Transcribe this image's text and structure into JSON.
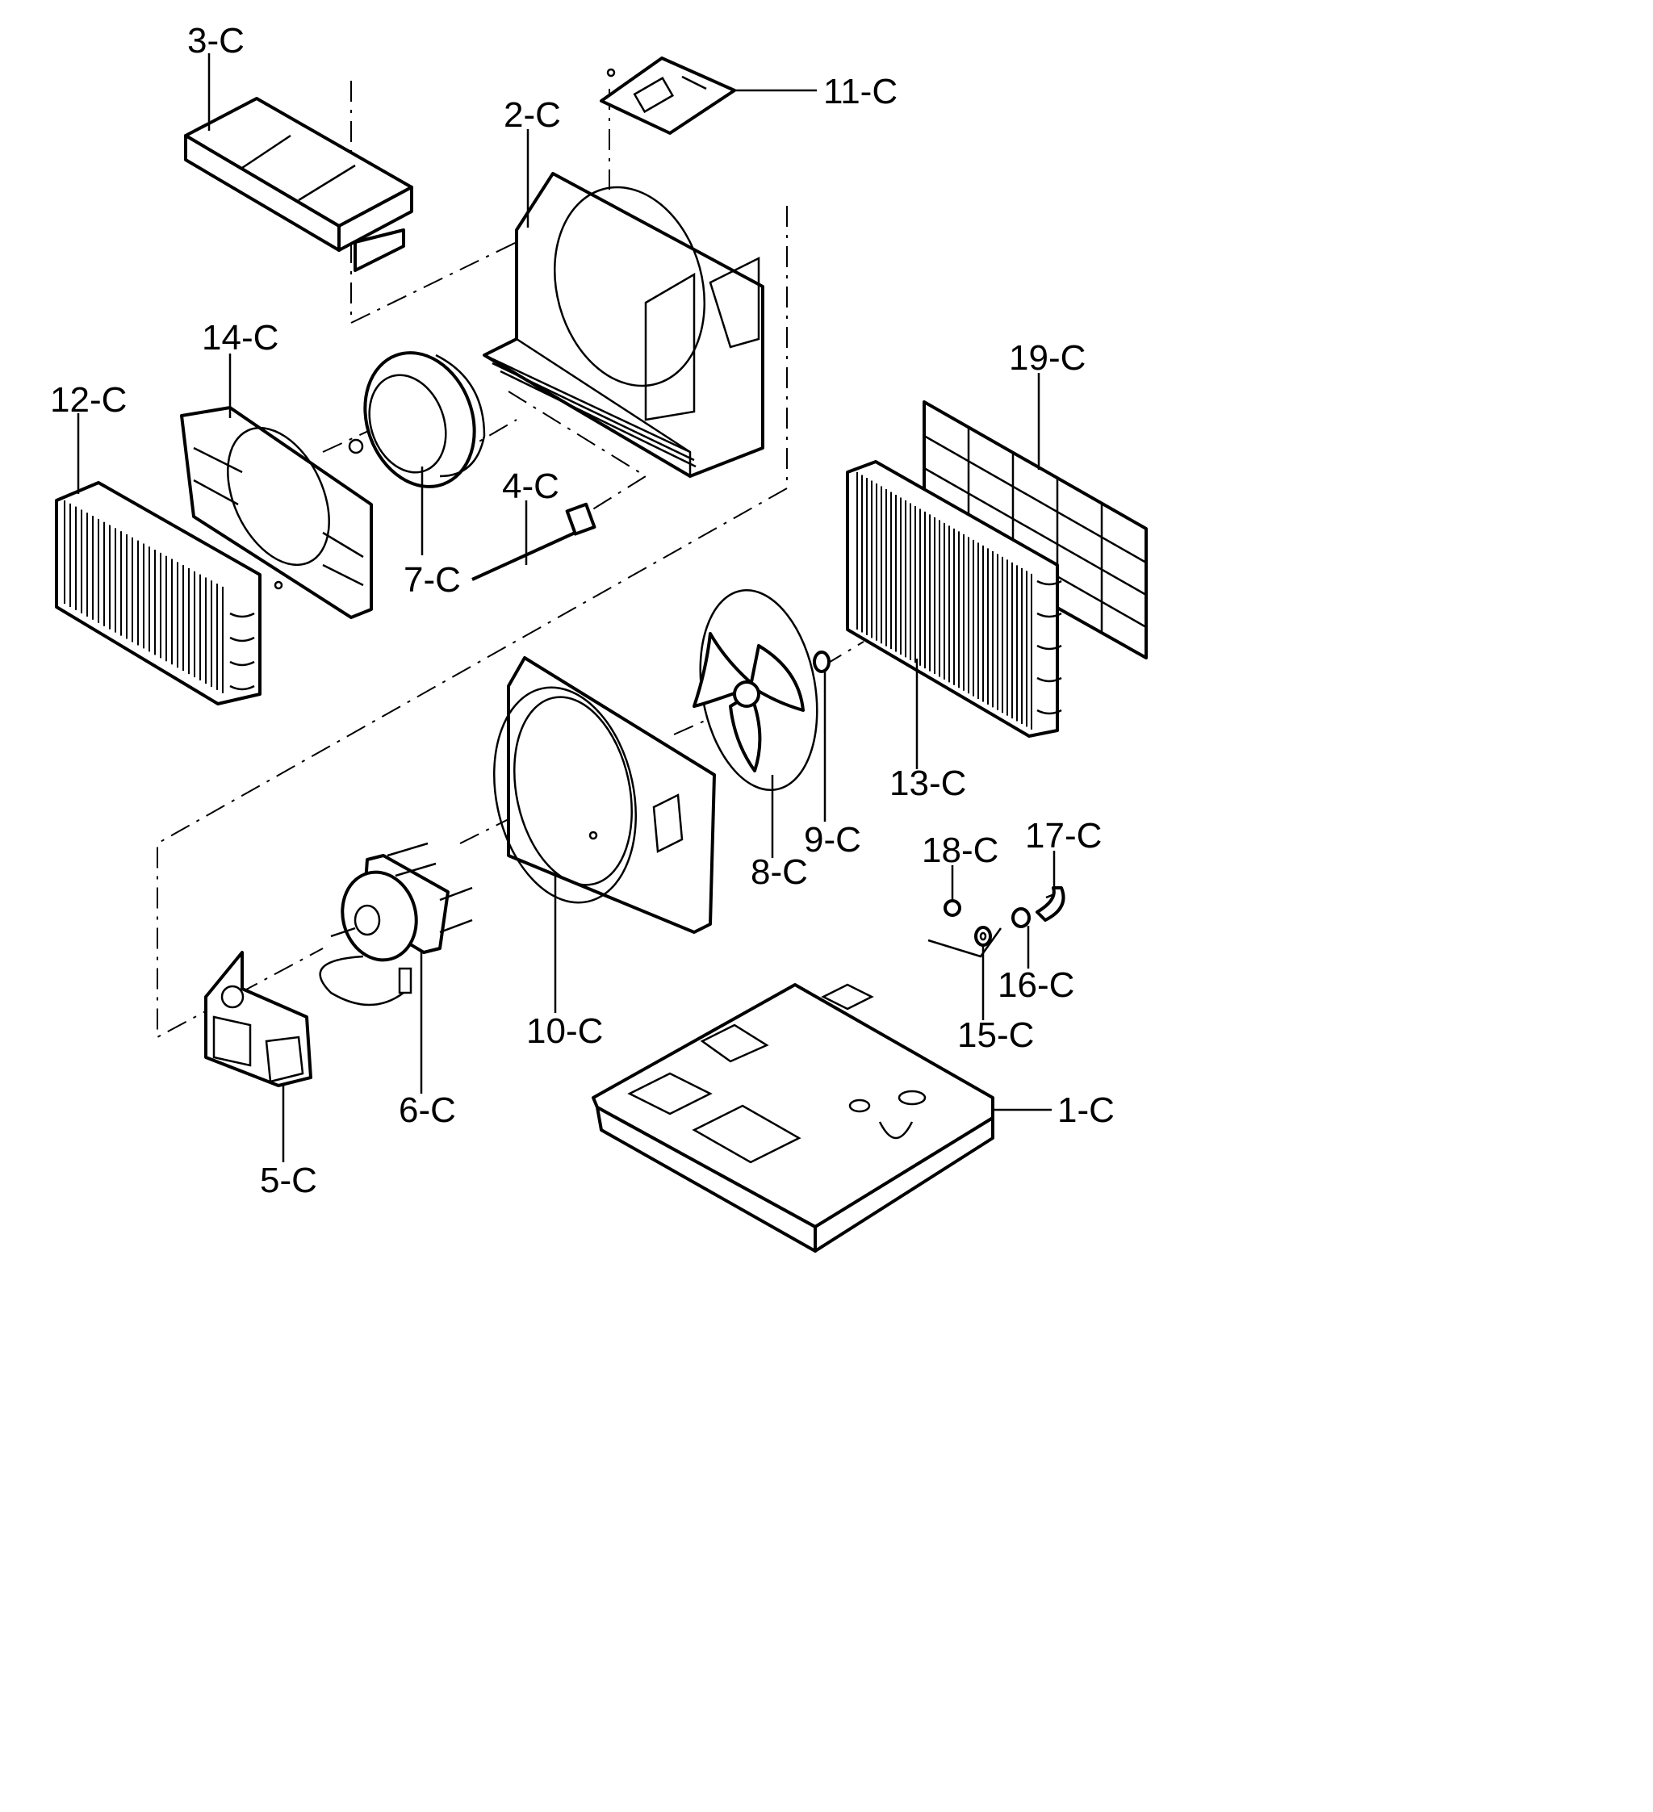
{
  "labels": {
    "p3": "3-C",
    "p11": "11-C",
    "p2": "2-C",
    "p14": "14-C",
    "p12": "12-C",
    "p19": "19-C",
    "p4": "4-C",
    "p7": "7-C",
    "p13": "13-C",
    "p8": "8-C",
    "p9": "9-C",
    "p18": "18-C",
    "p17": "17-C",
    "p16": "16-C",
    "p15": "15-C",
    "p10": "10-C",
    "p6": "6-C",
    "p5": "5-C",
    "p1": "1-C"
  },
  "colors": {
    "line": "#000000",
    "background": "#ffffff"
  }
}
